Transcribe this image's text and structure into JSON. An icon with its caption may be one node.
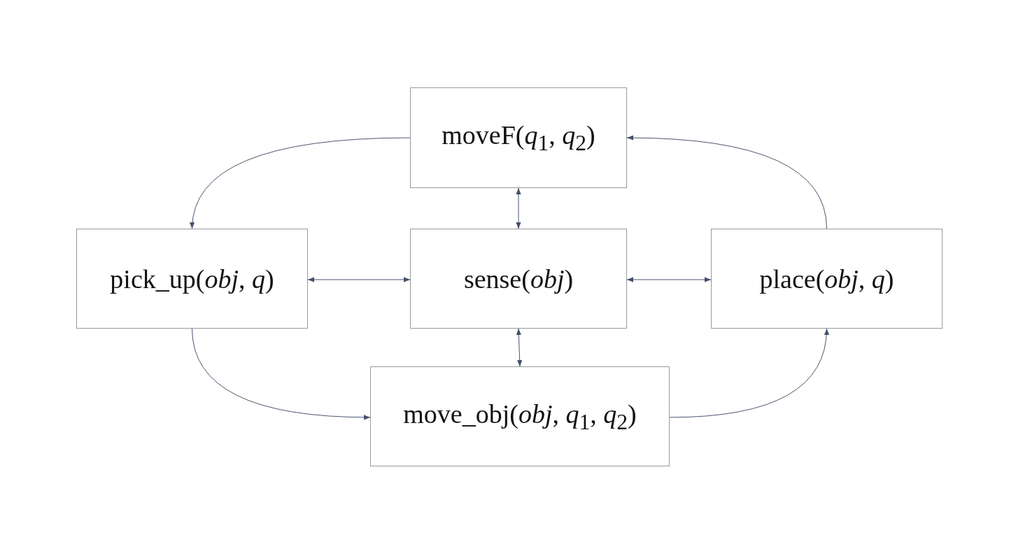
{
  "diagram": {
    "nodes": [
      {
        "text": [
          "moveF(*q*$_{1}$, *q*$_{2}$)"
        ]
      },
      {
        "text": [
          "pick_up(*obj*, *q*)"
        ]
      },
      {
        "text": [
          "sense(*obj*)"
        ]
      },
      {
        "text": [
          "place(*obj*, *q*)"
        ]
      },
      {
        "text": [
          "move_obj(*obj*, *q*$_{1}$, *q*$_{2}$)"
        ]
      }
    ],
    "edges": [
      {
        "from": 0,
        "to": 1,
        "arrow": "to"
      },
      {
        "from": 3,
        "to": 0,
        "arrow": "to"
      },
      {
        "from": 0,
        "to": 2,
        "arrow": "both"
      },
      {
        "from": 1,
        "to": 2,
        "arrow": "both"
      },
      {
        "from": 2,
        "to": 3,
        "arrow": "both"
      },
      {
        "from": 2,
        "to": 4,
        "arrow": "both"
      },
      {
        "from": 1,
        "to": 4,
        "arrow": "to"
      },
      {
        "from": 4,
        "to": 3,
        "arrow": "to"
      }
    ]
  }
}
